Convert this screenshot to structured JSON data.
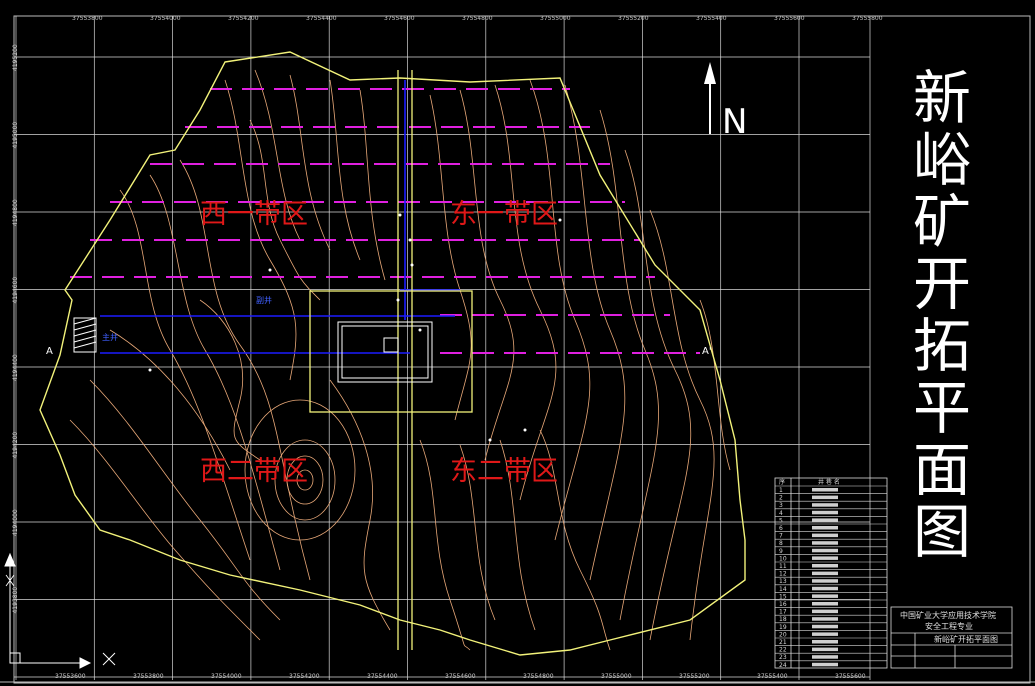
{
  "drawing": {
    "title": "新峪矿开拓平面图",
    "north_label": "N",
    "section_start": "A",
    "section_end": "A'"
  },
  "zones": [
    {
      "label": "西一带区"
    },
    {
      "label": "东一带区"
    },
    {
      "label": "西二带区"
    },
    {
      "label": "东二带区"
    }
  ],
  "grid": {
    "x_labels": [
      "37553800",
      "37554000",
      "37554200",
      "37554400",
      "37554600",
      "37554800",
      "37555000",
      "37555200",
      "37555400",
      "37555600",
      "37555800"
    ],
    "y_labels": [
      "4195200",
      "4195000",
      "4194800",
      "4194600",
      "4194400",
      "4194200",
      "4194000",
      "4193800"
    ],
    "bottom_labels": [
      "37553600",
      "37553800",
      "37554000",
      "37554200",
      "37554400",
      "37554600",
      "37554800",
      "37555000",
      "37555200",
      "37555400",
      "37555600"
    ]
  },
  "annotations": {
    "shaft_note_1": "副井",
    "shaft_note_2": "主井"
  },
  "legend": {
    "header_no": "序",
    "header_name": "井 巷 名",
    "rows": [
      "1",
      "2",
      "3",
      "4",
      "5",
      "6",
      "7",
      "8",
      "9",
      "10",
      "11",
      "12",
      "13",
      "14",
      "15",
      "16",
      "17",
      "18",
      "19",
      "20",
      "21",
      "22",
      "23",
      "24"
    ]
  },
  "title_block": {
    "school": "中国矿业大学应用技术学院",
    "major": "安全工程专业",
    "drawing_name": "新峪矿开拓平面图"
  },
  "colors": {
    "background": "#000000",
    "boundary": "#f2f27a",
    "contour": "#e8a878",
    "grid": "#dcdcdc",
    "roadway": "#1c1cff",
    "panel": "#e020e0",
    "zone_text": "#e01818"
  }
}
